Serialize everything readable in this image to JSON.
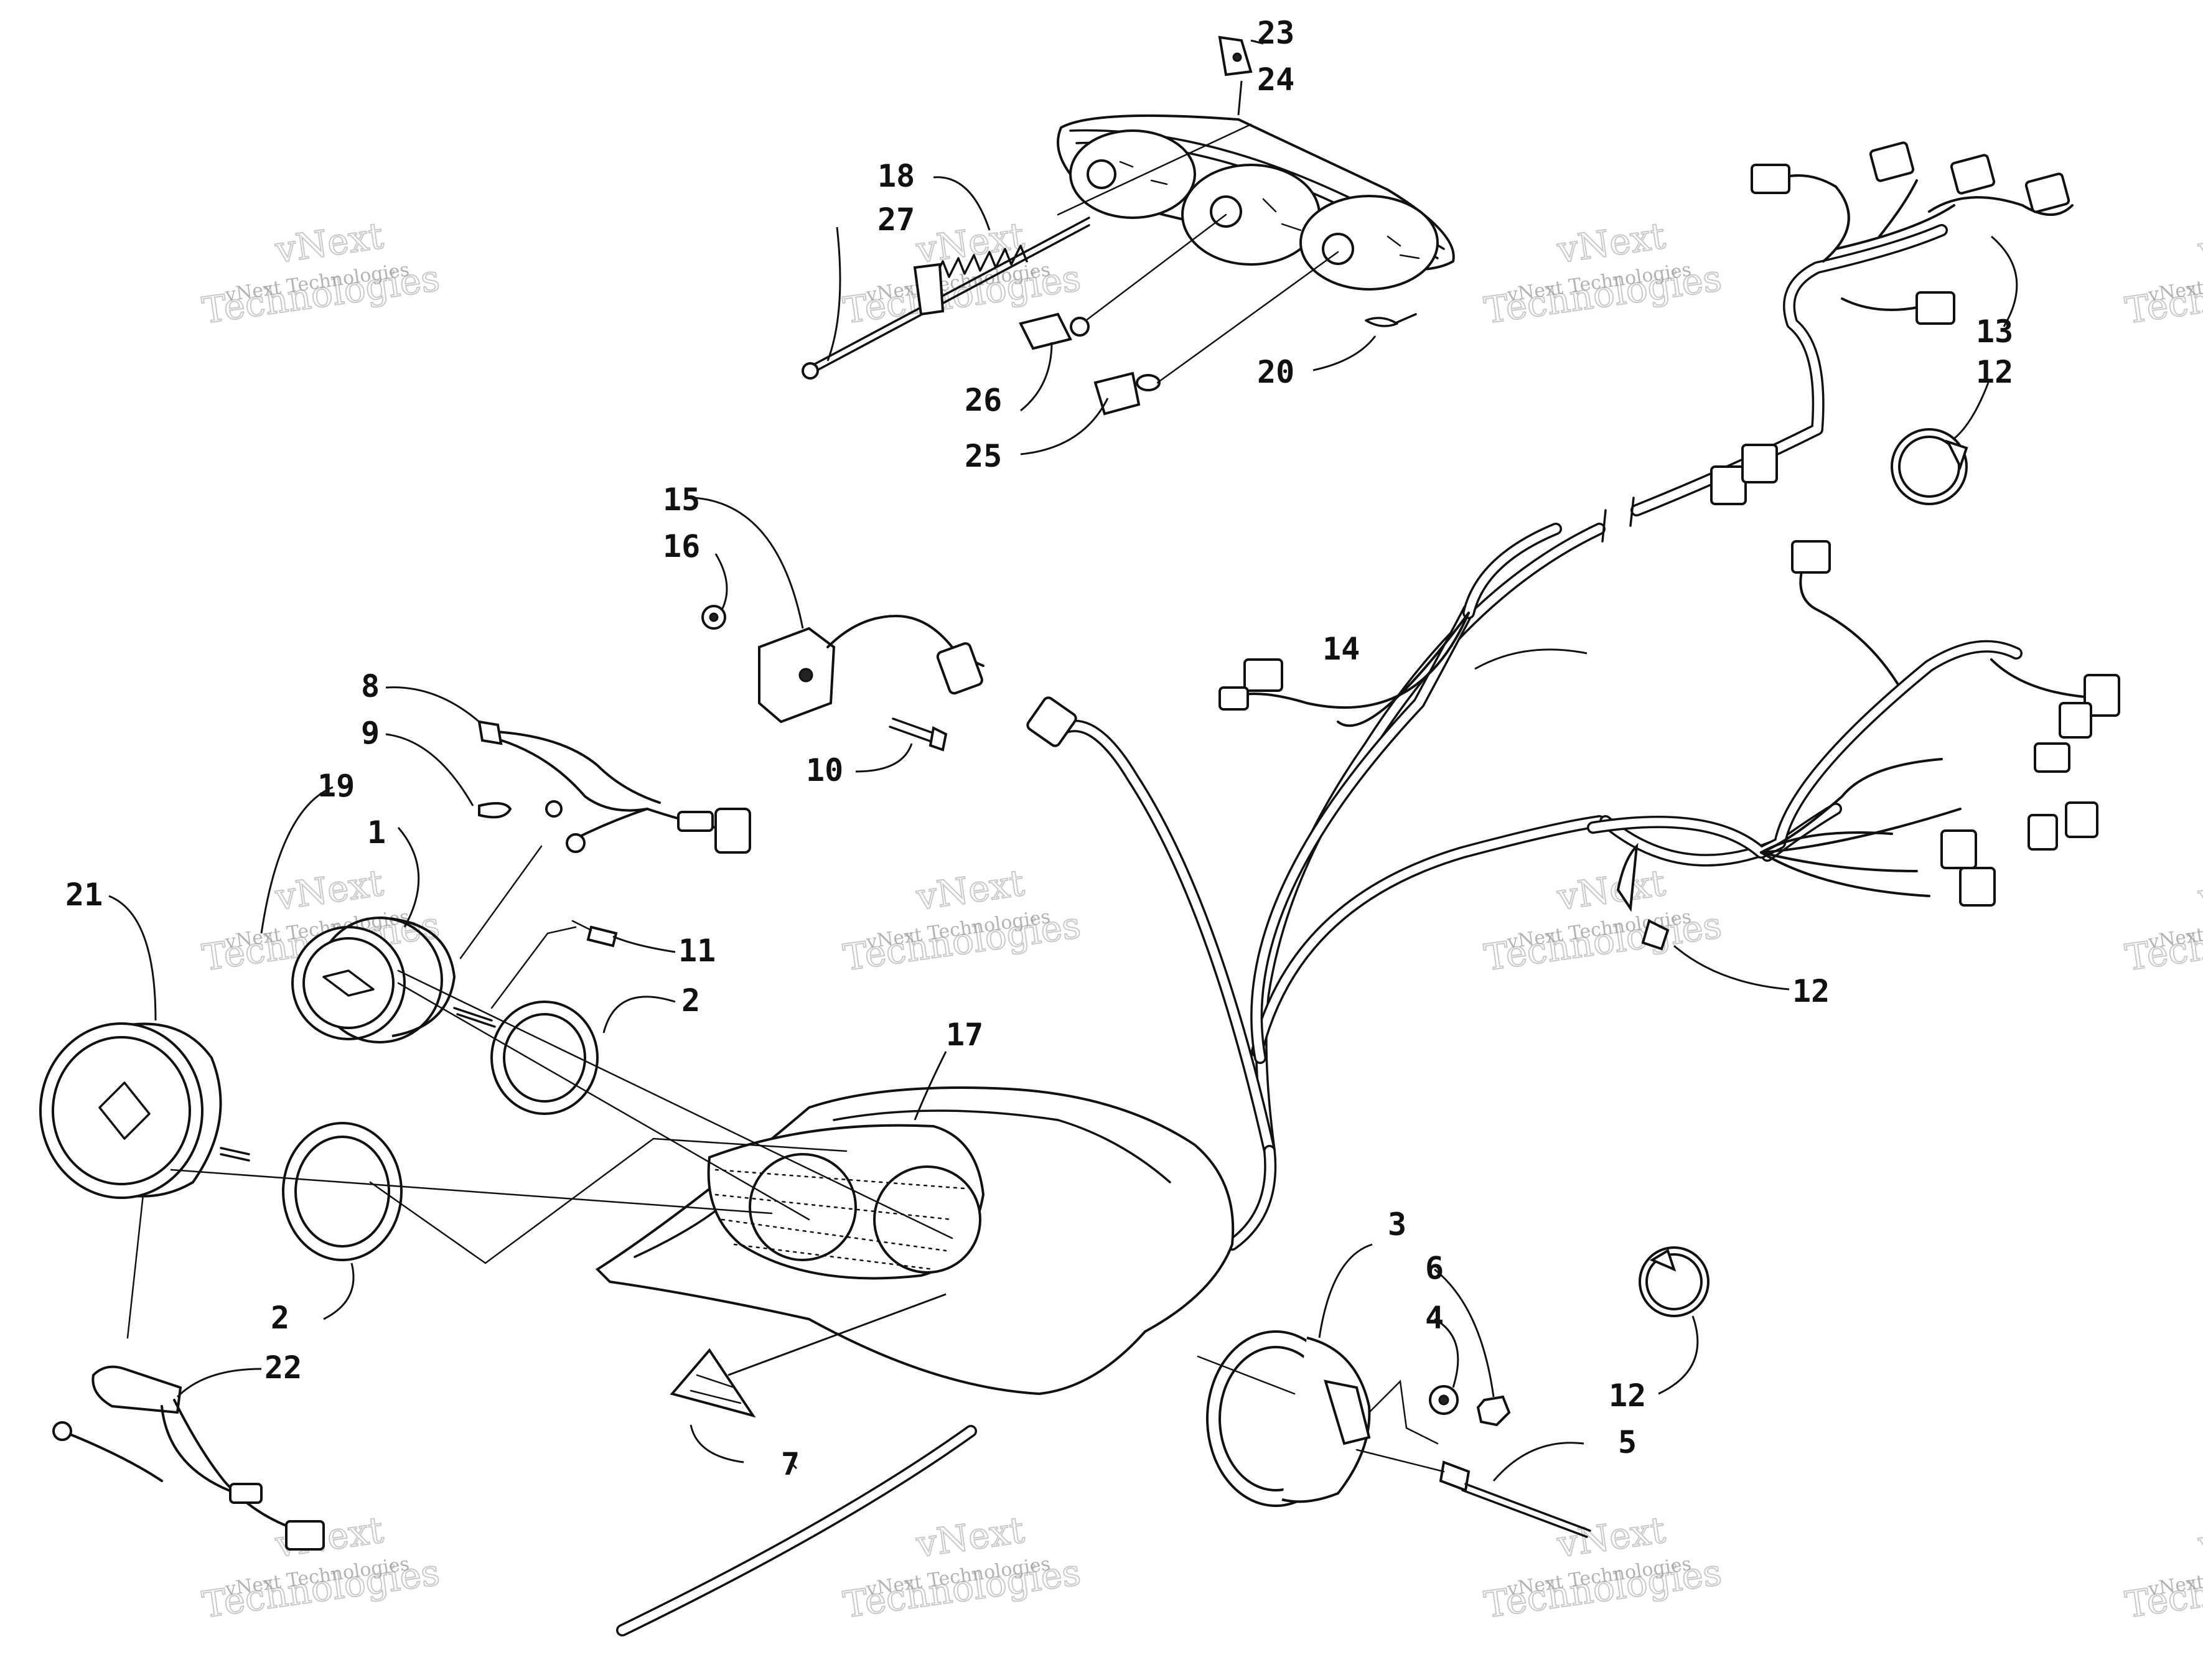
{
  "callouts": {
    "c1": "1",
    "c2a": "2",
    "c2b": "2",
    "c3": "3",
    "c4": "4",
    "c5": "5",
    "c6": "6",
    "c7": "7",
    "c8": "8",
    "c9": "9",
    "c10": "10",
    "c11": "11",
    "c12a": "12",
    "c12b": "12",
    "c12c": "12",
    "c13": "13",
    "c14": "14",
    "c15": "15",
    "c16": "16",
    "c17": "17",
    "c18": "18",
    "c19": "19",
    "c20": "20",
    "c21": "21",
    "c22": "22",
    "c23": "23",
    "c24": "24",
    "c25": "25",
    "c26": "26",
    "c27": "27"
  },
  "watermark": {
    "line1": "vNext Technologies",
    "line2": "vNext",
    "line3": "Technologies"
  },
  "colors": {
    "ink": "#111111",
    "watermark": "#b8b8b8",
    "background": "#ffffff"
  }
}
